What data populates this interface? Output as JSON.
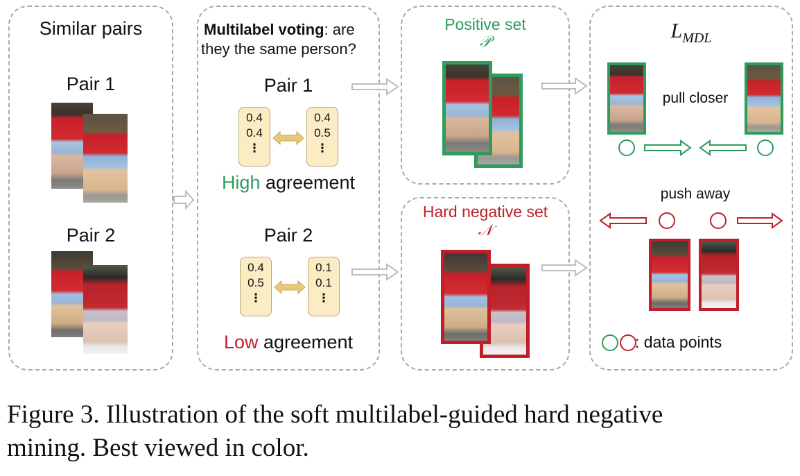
{
  "panels": {
    "similar": {
      "title": "Similar pairs",
      "pair1_label": "Pair 1",
      "pair2_label": "Pair 2"
    },
    "voting": {
      "title_bold": "Multilabel voting",
      "title_rest": ": are",
      "title_line2": "they the same person?",
      "pair1": {
        "label": "Pair 1",
        "left_values": [
          "0.4",
          "0.4",
          "⋮"
        ],
        "right_values": [
          "0.4",
          "0.5",
          "⋮"
        ],
        "agreement_word": "High",
        "agreement_rest": " agreement"
      },
      "pair2": {
        "label": "Pair 2",
        "left_values": [
          "0.4",
          "0.5",
          "⋮"
        ],
        "right_values": [
          "0.1",
          "0.1",
          "⋮"
        ],
        "agreement_word": "Low",
        "agreement_rest": " agreement"
      }
    },
    "positive": {
      "title": "Positive set",
      "symbol": "𝒫"
    },
    "negative": {
      "title": "Hard negative set",
      "symbol": "𝒩"
    },
    "loss": {
      "title_main": "L",
      "title_sub": "MDL",
      "pull_text": "pull closer",
      "push_text": "push away",
      "legend_text": ": data points"
    }
  },
  "caption": {
    "line1": "Figure 3. Illustration of the soft multilabel-guided hard negative",
    "line2": "mining. Best viewed in color."
  },
  "colors": {
    "green": "#2f9c5c",
    "red": "#c01f2a",
    "vote_fill": "#fbecc4",
    "vote_arrow": "#e8c979",
    "flow_arrow": "#bdbdbd"
  }
}
